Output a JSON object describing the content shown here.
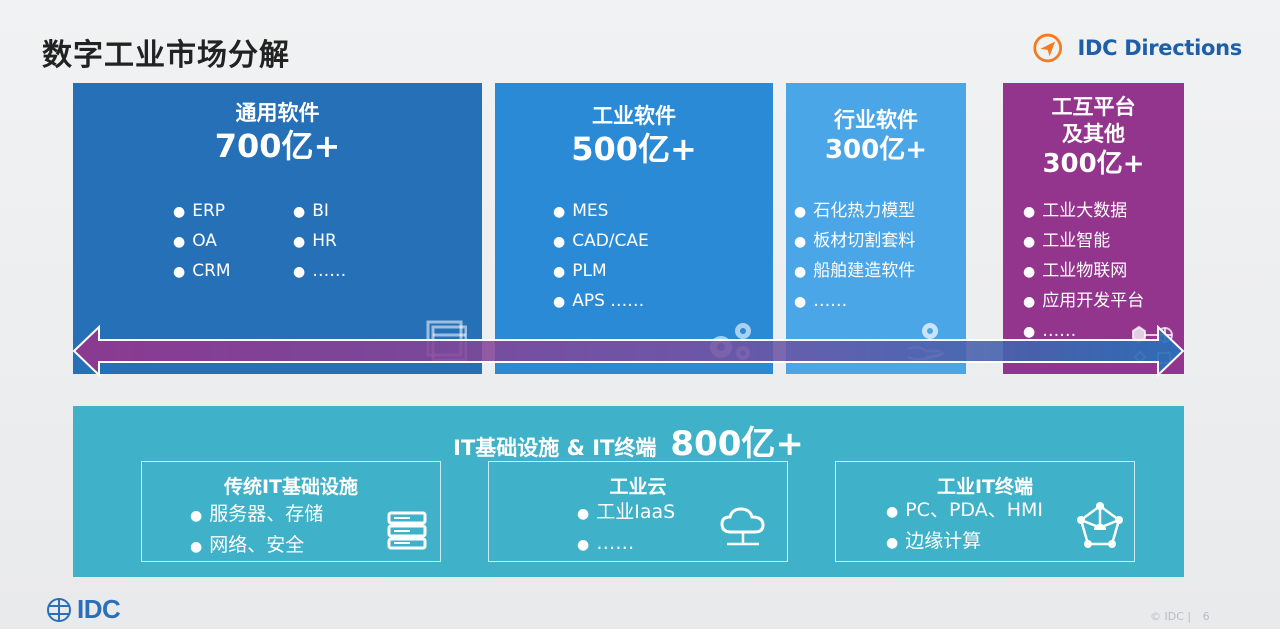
{
  "page_title": "数字工业市场分解",
  "brand": {
    "name": "IDC Directions",
    "accent": "#f47b20",
    "color": "#1f5fa8"
  },
  "segments": {
    "general": {
      "title": "通用软件",
      "value": "700亿+",
      "items_left": [
        "ERP",
        "OA",
        "CRM"
      ],
      "items_right": [
        "BI",
        "HR",
        "……"
      ],
      "icon": "window-icon",
      "color": "#2670b8"
    },
    "industrial": {
      "title": "工业软件",
      "value": "500亿+",
      "items": [
        "MES",
        "CAD/CAE",
        "PLM",
        "APS ……"
      ],
      "icon": "gears-icon",
      "color": "#2b8ad6"
    },
    "vertical": {
      "title": "行业软件",
      "value": "300亿+",
      "items": [
        "石化热力模型",
        "板材切割套料",
        "船舶建造软件",
        "……"
      ],
      "icon": "hand-gear-icon",
      "color": "#4aa6e6"
    },
    "platform": {
      "title_line1": "工互平台",
      "title_line2": "及其他",
      "value": "300亿+",
      "items": [
        "工业大数据",
        "工业智能",
        "工业物联网",
        "应用开发平台",
        "……"
      ],
      "icon": "platform-network-icon",
      "color": "#93358d"
    }
  },
  "infrastructure": {
    "title": "IT基础设施 & IT终端",
    "value": "800亿+",
    "color": "#3fb1c8",
    "subs": {
      "traditional": {
        "title": "传统IT基础设施",
        "items": [
          "服务器、存储",
          "网络、安全"
        ],
        "icon": "server-icon"
      },
      "cloud": {
        "title": "工业云",
        "items": [
          "工业IaaS",
          "……"
        ],
        "icon": "cloud-icon"
      },
      "terminal": {
        "title": "工业IT终端",
        "items": [
          "PC、PDA、HMI",
          "边缘计算"
        ],
        "icon": "network-node-icon"
      }
    }
  },
  "arrow": {
    "color_start": "#93358d",
    "color_end": "#2670b8"
  },
  "footer": {
    "logo": "IDC",
    "copyright": "© IDC |",
    "page_number": "6"
  }
}
